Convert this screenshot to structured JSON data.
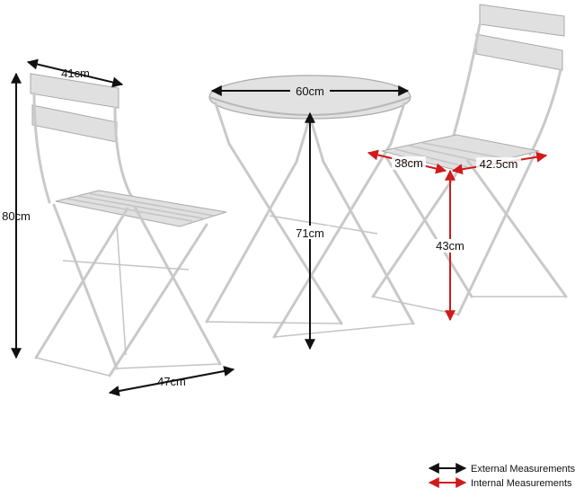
{
  "measurements": {
    "left_chair_width": "41cm",
    "left_chair_height": "80cm",
    "left_chair_depth": "47cm",
    "table_diameter": "60cm",
    "table_height": "71cm",
    "seat_depth": "38cm",
    "seat_width": "42.5cm",
    "seat_height": "43cm"
  },
  "legend": {
    "external": "External Measurements",
    "internal": "Internal Measurements"
  },
  "colors": {
    "external": "#111111",
    "internal": "#d11a1a",
    "frame": "#c9c9c9",
    "slat": "#e0e0e0"
  }
}
